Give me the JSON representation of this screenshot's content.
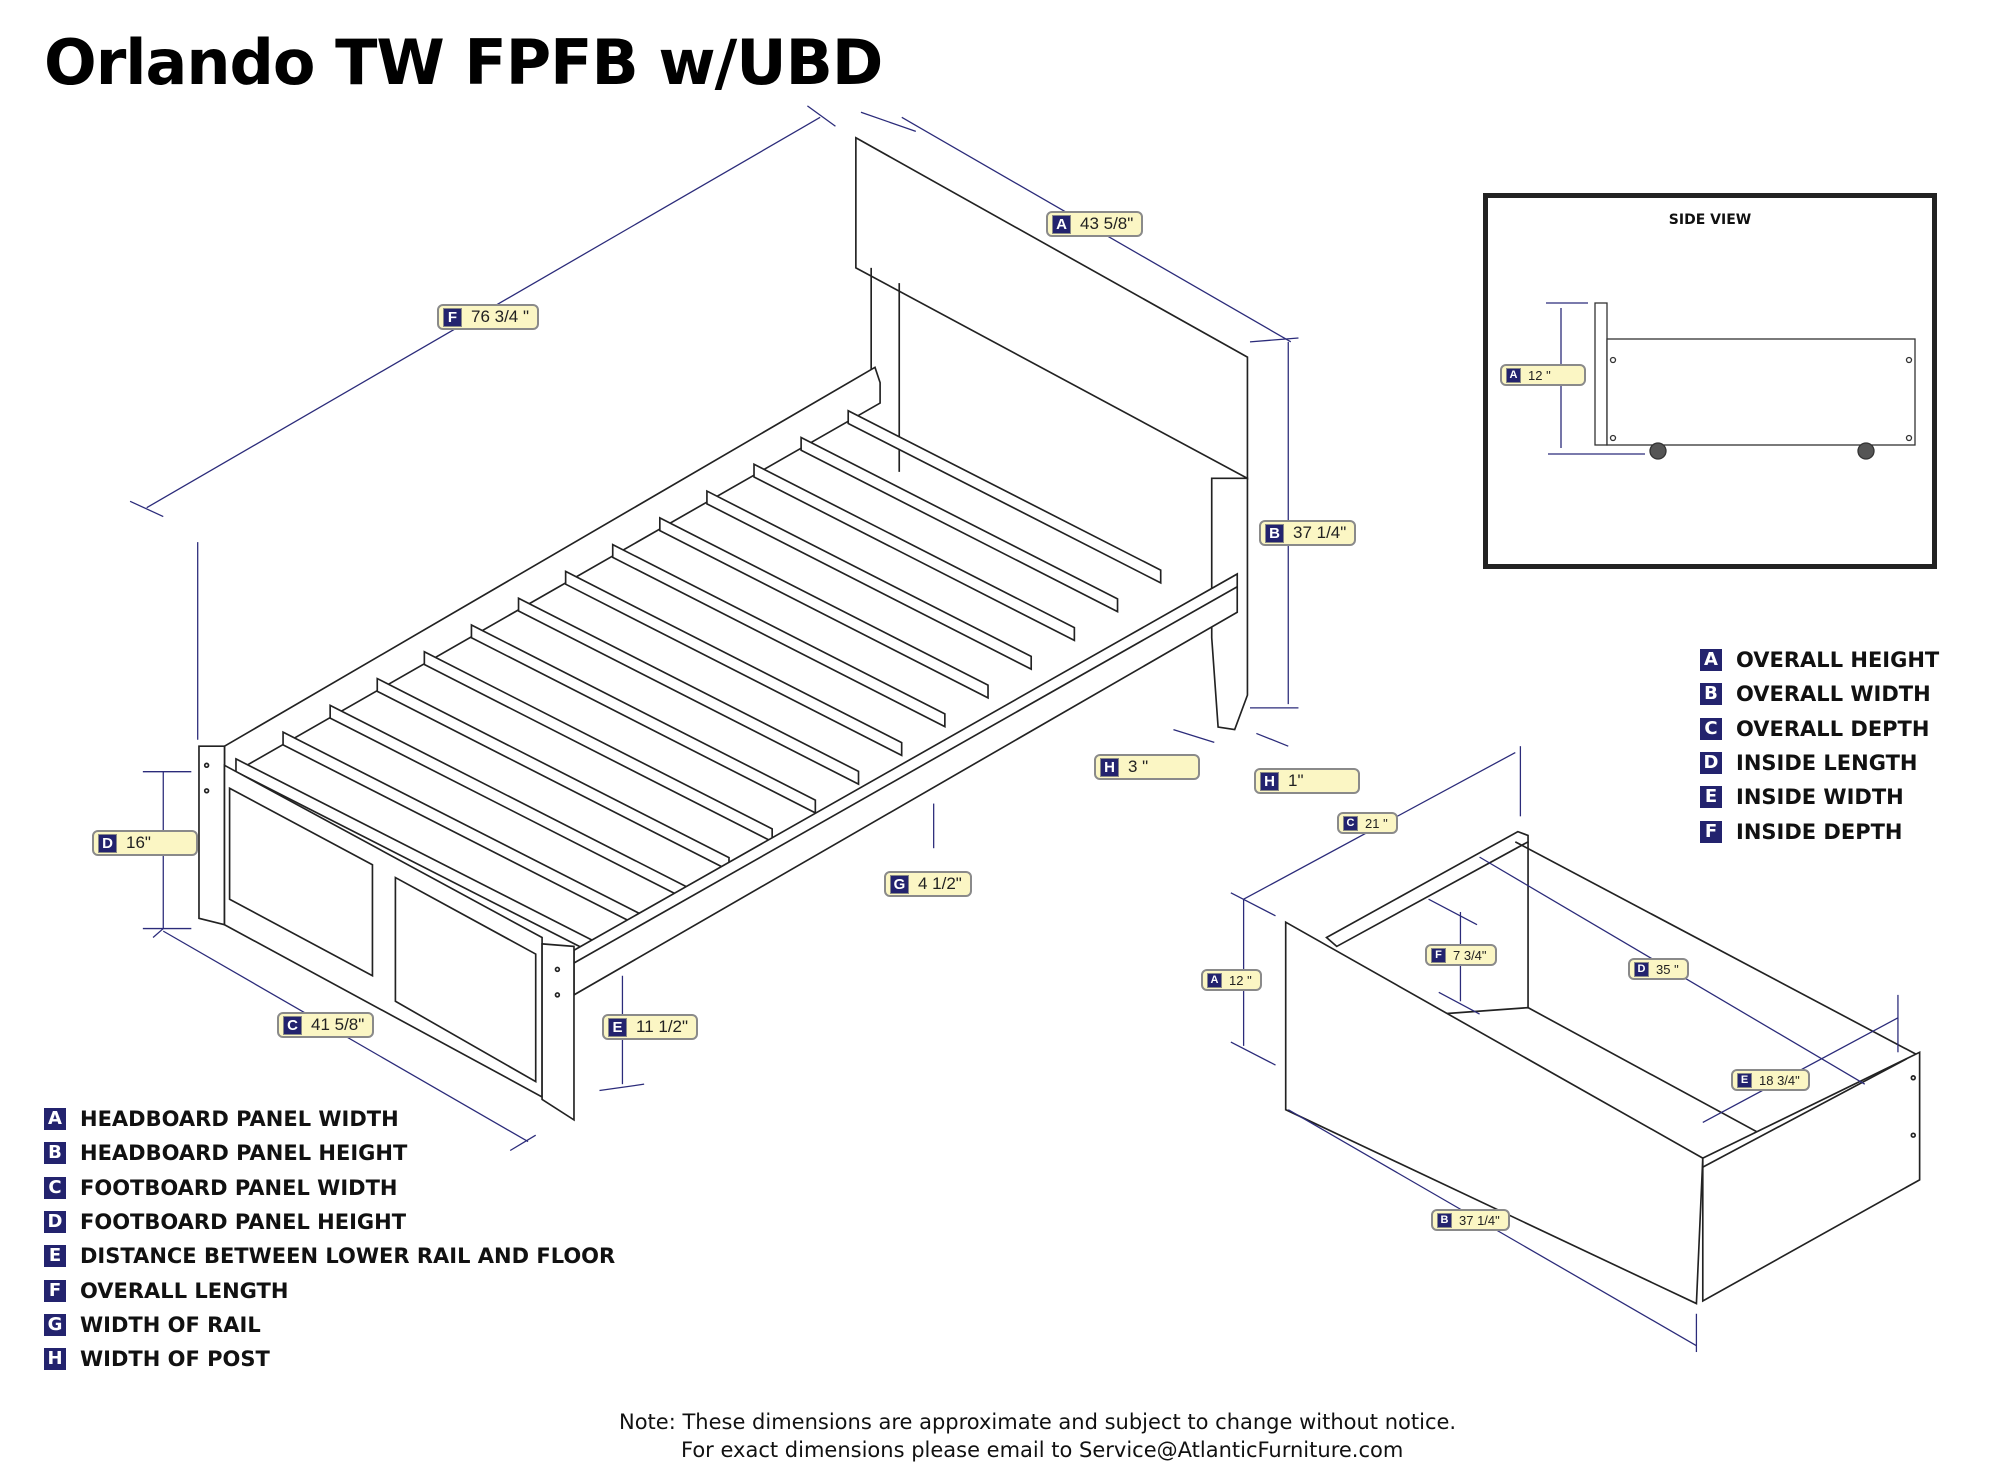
{
  "title": "Orlando TW FPFB w/UBD",
  "bed_dimensions": {
    "A": {
      "letter": "A",
      "value": "43 5/8\""
    },
    "F": {
      "letter": "F",
      "value": "76 3/4 \""
    },
    "B": {
      "letter": "B",
      "value": "37 1/4\""
    },
    "D": {
      "letter": "D",
      "value": "16\""
    },
    "H1": {
      "letter": "H",
      "value": "3 \""
    },
    "H2": {
      "letter": "H",
      "value": "1\""
    },
    "G": {
      "letter": "G",
      "value": "4 1/2\""
    },
    "C": {
      "letter": "C",
      "value": "41 5/8\""
    },
    "E": {
      "letter": "E",
      "value": "11 1/2\""
    }
  },
  "drawer_dimensions": {
    "C": {
      "letter": "C",
      "value": "21 \""
    },
    "A": {
      "letter": "A",
      "value": "12 \""
    },
    "F": {
      "letter": "F",
      "value": "7 3/4\""
    },
    "D": {
      "letter": "D",
      "value": "35 \""
    },
    "E": {
      "letter": "E",
      "value": "18 3/4\""
    },
    "B": {
      "letter": "B",
      "value": "37 1/4\""
    }
  },
  "side_view": {
    "title": "SIDE VIEW",
    "A": {
      "letter": "A",
      "value": "12 \""
    }
  },
  "bed_legend": [
    {
      "letter": "A",
      "label": "HEADBOARD PANEL WIDTH"
    },
    {
      "letter": "B",
      "label": "HEADBOARD PANEL HEIGHT"
    },
    {
      "letter": "C",
      "label": "FOOTBOARD PANEL WIDTH"
    },
    {
      "letter": "D",
      "label": "FOOTBOARD PANEL HEIGHT"
    },
    {
      "letter": "E",
      "label": "DISTANCE BETWEEN LOWER RAIL AND FLOOR"
    },
    {
      "letter": "F",
      "label": "OVERALL LENGTH"
    },
    {
      "letter": "G",
      "label": "WIDTH OF RAIL"
    },
    {
      "letter": "H",
      "label": "WIDTH OF POST"
    }
  ],
  "drawer_legend": [
    {
      "letter": "A",
      "label": "OVERALL HEIGHT"
    },
    {
      "letter": "B",
      "label": "OVERALL WIDTH"
    },
    {
      "letter": "C",
      "label": "OVERALL DEPTH"
    },
    {
      "letter": "D",
      "label": "INSIDE LENGTH"
    },
    {
      "letter": "E",
      "label": "INSIDE WIDTH"
    },
    {
      "letter": "F",
      "label": "INSIDE DEPTH"
    }
  ],
  "note": {
    "line1": "Note:  These dimensions are approximate and subject to change without notice.",
    "line2": "For exact dimensions please email to Service@AtlanticFurniture.com"
  },
  "colors": {
    "dimension_line": "#2b2b7a",
    "badge": "#23236e",
    "label_fill": "#fbf6c4"
  }
}
